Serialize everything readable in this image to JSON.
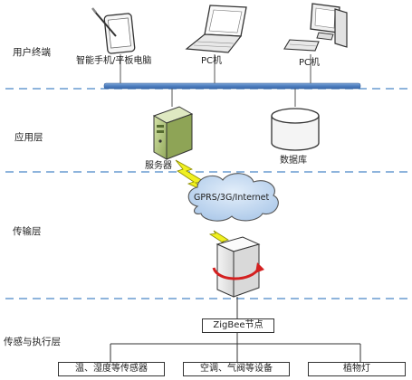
{
  "layers": {
    "user_terminal": "用户终端",
    "application": "应用层",
    "transport": "传输层",
    "sensing_execution": "传感与执行层"
  },
  "devices": {
    "tablet": "智能手机/平板电脑",
    "pc1": "PC机",
    "pc2": "PC机",
    "server": "服务器",
    "database": "数据库",
    "cloud": "GPRS/3G/Internet",
    "zigbee": "ZigBee节点"
  },
  "leaves": {
    "sensors": "温、湿度等传感器",
    "equipment": "空调、气阀等设备",
    "light": "植物灯"
  },
  "colors": {
    "bus": "#5b8dc9",
    "dash": "#4a86c8",
    "cloud": "#b9d3ee",
    "server": "#b8cc8a",
    "bolt": "#e6e600",
    "arrow": "#d42020"
  }
}
